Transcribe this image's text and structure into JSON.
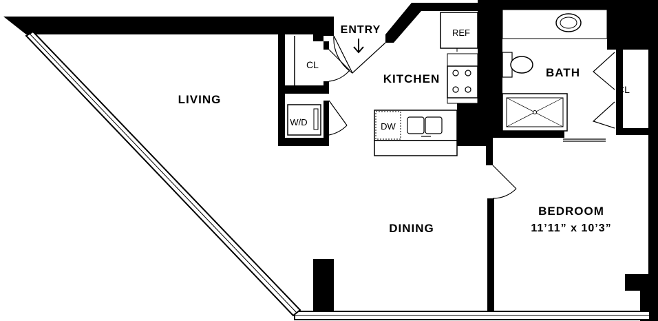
{
  "floorplan": {
    "rooms": {
      "living": "LIVING",
      "dining": "DINING",
      "kitchen": "KITCHEN",
      "bath": "BATH",
      "bedroom": "BEDROOM",
      "bedroom_size": "11’11” x 10’3”",
      "entry": "ENTRY"
    },
    "fixtures": {
      "closet_left": "CL",
      "closet_right": "CL",
      "washer_dryer": "W/D",
      "dishwasher": "DW",
      "refrigerator": "REF"
    },
    "icons": {
      "entry_arrow": "down-arrow-icon"
    }
  }
}
